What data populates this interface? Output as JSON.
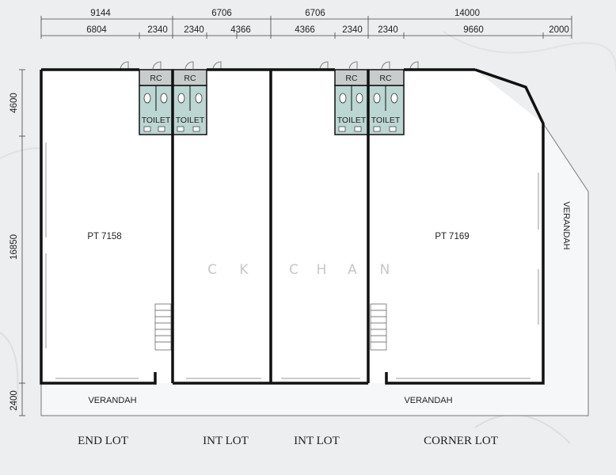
{
  "dimensions": {
    "top_row": [
      "9144",
      "6706",
      "6706",
      "14000"
    ],
    "second_row": [
      "6804",
      "2340",
      "2340",
      "4366",
      "4366",
      "2340",
      "2340",
      "9660",
      "2000"
    ],
    "left_side": [
      "4600",
      "16850",
      "2400"
    ]
  },
  "rooms": {
    "rc_label": "RC",
    "toilet_label": "TOILET"
  },
  "lots": [
    {
      "type_label": "END LOT",
      "plot": "PT 7158"
    },
    {
      "type_label": "INT LOT",
      "plot": ""
    },
    {
      "type_label": "INT LOT",
      "plot": ""
    },
    {
      "type_label": "CORNER LOT",
      "plot": "PT 7169"
    }
  ],
  "verandah_label": "VERANDAH",
  "watermark": [
    "C",
    "K",
    "C",
    "H",
    "A",
    "N"
  ],
  "colors": {
    "background": "#eceeef",
    "wall": "#111111",
    "toilet_fill": "#bcd6d3",
    "rc_fill": "#c9cccd",
    "floor": "#ffffff"
  }
}
